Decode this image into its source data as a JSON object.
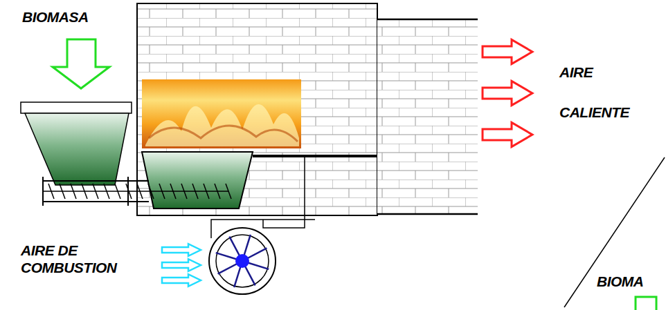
{
  "diagram": {
    "labels": [
      "BIOMASA",
      "AIRE",
      "CALIENTE",
      "AIRE DE COMBUSTION",
      "BIOMA"
    ]
  }
}
